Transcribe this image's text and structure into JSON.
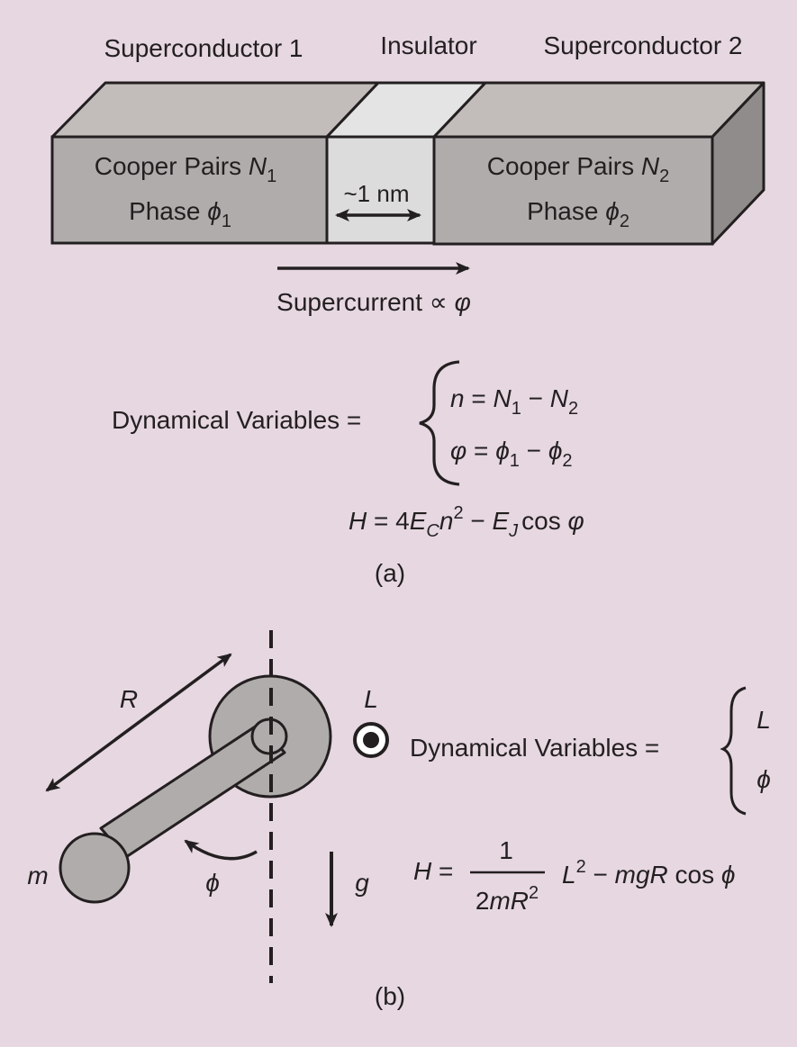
{
  "colors": {
    "background": "#e6d7e0",
    "superconductor_front": "#b0acab",
    "superconductor_top": "#c2bdbb",
    "superconductor_side": "#908c8b",
    "insulator_front": "#dcdcdc",
    "insulator_top": "#e4e4e4",
    "pendulum_fill": "#b0acab",
    "ink": "#231f20"
  },
  "panel_a": {
    "labels": {
      "superconductor1": "Superconductor 1",
      "insulator": "Insulator",
      "superconductor2": "Superconductor 2"
    },
    "block1": {
      "line1": "Cooper Pairs ",
      "var1": "N",
      "sub1": "1",
      "line2": "Phase ",
      "var2": "ϕ",
      "sub2": "1"
    },
    "block2": {
      "line1": "Cooper Pairs ",
      "var1": "N",
      "sub1": "2",
      "line2": "Phase ",
      "var2": "ϕ",
      "sub2": "2"
    },
    "gap_label": "~1 nm",
    "supercurrent_label": "Supercurrent ∝ ",
    "supercurrent_var": "φ",
    "dyn_vars_label": "Dynamical Variables =",
    "eq1": {
      "lhs": "n",
      "eq": " = ",
      "a": "N",
      "a_sub": "1",
      "minus": " − ",
      "b": "N",
      "b_sub": "2"
    },
    "eq2": {
      "lhs": "φ",
      "eq": " = ",
      "a": "ϕ",
      "a_sub": "1",
      "minus": " − ",
      "b": "ϕ",
      "b_sub": "2"
    },
    "hamiltonian": {
      "H": "H",
      "eq": " = 4",
      "Ec": "E",
      "Ec_sub": "C",
      "n": "n",
      "n_sup": "2",
      "minus": " − ",
      "Ej": "E",
      "Ej_sub": "J",
      "cos": "cos ",
      "phi": "φ"
    },
    "caption": "(a)"
  },
  "panel_b": {
    "R_label": "R",
    "L_label": "L",
    "m_label": "m",
    "phi_label": "ϕ",
    "g_label": "g",
    "dyn_vars_label": "Dynamical Variables =",
    "var1": "L",
    "var2": "ϕ",
    "hamiltonian": {
      "H": "H",
      "eq": " =",
      "numerator": "1",
      "denom_2": "2",
      "denom_m": "m",
      "denom_R": "R",
      "denom_sup": "2",
      "L": "L",
      "L_sup": "2",
      "minus": " − ",
      "mgR": "mgR",
      "cos": " cos ",
      "phi": "ϕ"
    },
    "caption": "(b)"
  }
}
